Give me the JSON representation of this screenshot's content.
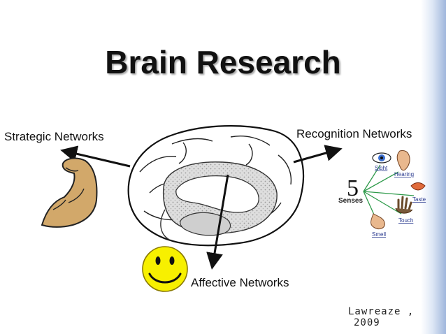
{
  "slide": {
    "title": "Brain Research",
    "labels": {
      "strategic": "Strategic Networks",
      "recognition": "Recognition Networks",
      "affective": "Affective Networks"
    },
    "credit": [
      "Lawreaze ,",
      "2009"
    ]
  },
  "senses_graphic": {
    "count": "5",
    "heading": "Senses",
    "items": [
      "Sight",
      "Hearing",
      "Taste",
      "Touch",
      "Smell"
    ]
  },
  "colors": {
    "arm": "#d2a86a",
    "smiley": "#f7f000",
    "sense_lines": "#2e9a4a",
    "edge": "#9fb6dc"
  },
  "icons": [
    "flexed-arm-icon",
    "brain-illustration",
    "smiley-face-icon",
    "eye-icon",
    "ear-icon",
    "lips-icon",
    "hand-icon",
    "nose-icon"
  ]
}
